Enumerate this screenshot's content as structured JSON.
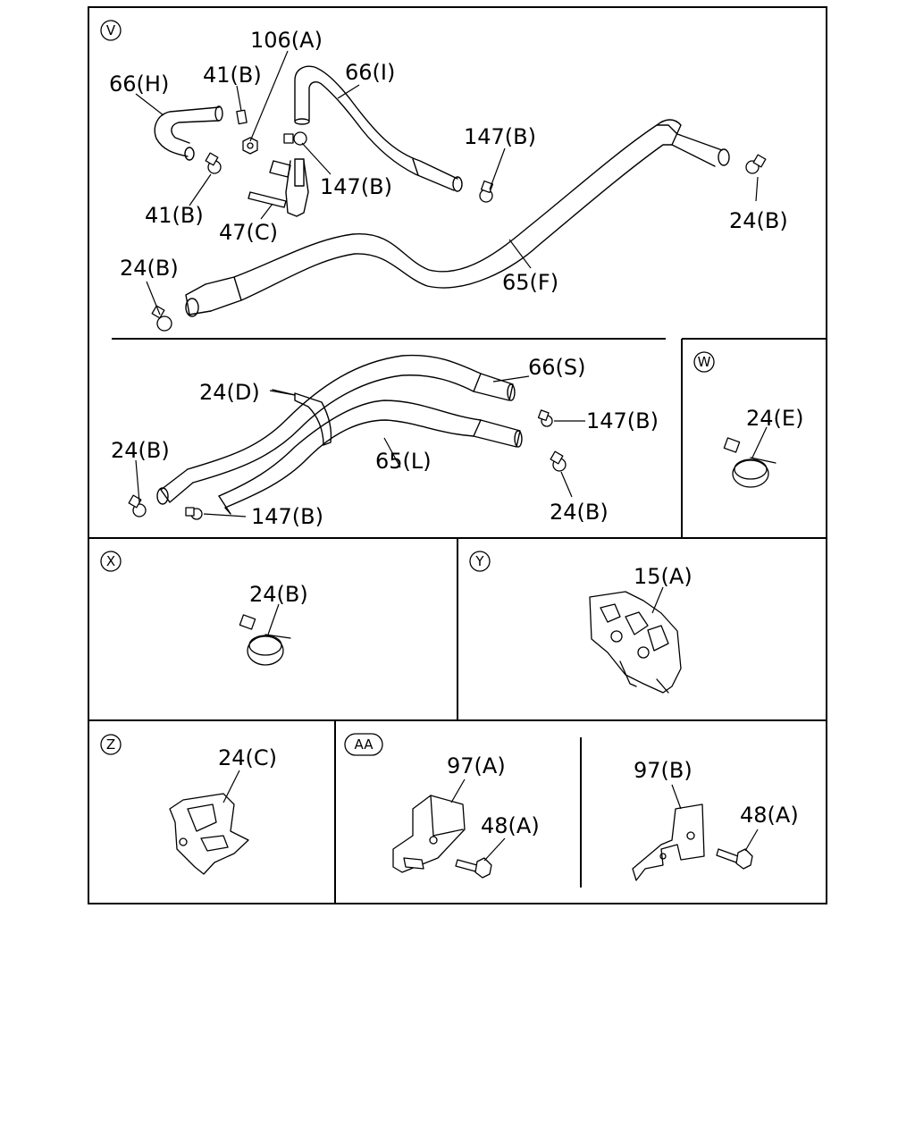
{
  "sections": {
    "v": "V",
    "w": "W",
    "x": "X",
    "y": "Y",
    "z": "Z",
    "aa": "AA"
  },
  "labels": {
    "v_106a": "106(A)",
    "v_66h": "66(H)",
    "v_41b_top": "41(B)",
    "v_66i": "66(I)",
    "v_147b_right": "147(B)",
    "v_147b_mid": "147(B)",
    "v_41b_left": "41(B)",
    "v_47c": "47(C)",
    "v_24b_right": "24(B)",
    "v_24b_left": "24(B)",
    "v_65f": "65(F)",
    "l_24d": "24(D)",
    "l_66s": "66(S)",
    "l_147b_right": "147(B)",
    "l_24b_left": "24(B)",
    "l_65l": "65(L)",
    "l_147b_bottom": "147(B)",
    "l_24b_right": "24(B)",
    "w_24e": "24(E)",
    "x_24b": "24(B)",
    "y_15a": "15(A)",
    "z_24c": "24(C)",
    "aa_97a": "97(A)",
    "aa_48a_left": "48(A)",
    "aa_97b": "97(B)",
    "aa_48a_right": "48(A)"
  }
}
